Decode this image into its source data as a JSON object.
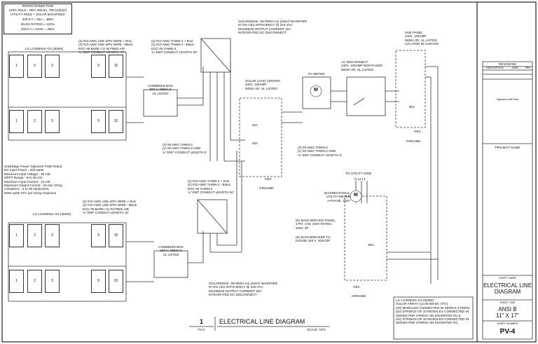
{
  "interconnection": {
    "title": "INTERCONNECTION",
    "rule": "120% RULE - NEC 690.64, 705.12(D)(2)",
    "feed": "UTILITY FEED + SOLAR BACKFEED",
    "feed_calc": "400.0 A + 80A = 480A",
    "buss_title": "BUSS RATING x 120%",
    "buss_calc": "200.0 A x 120% = 480A"
  },
  "array_top_label": "LG LG300N1K-G4 (300W)",
  "array_bottom_label": "LG LG300N1K-G4 (300W)",
  "modules": [
    "1",
    "2",
    "3",
    "9",
    "10"
  ],
  "wire_top_left": [
    "(2) #10 AWG USE-2/PV WIRE + Rod",
    "(2) #10 AWG USE-2/PV WIRE - Black",
    "EGC #6 BARE CU IN FREE AIR",
    "¾\" EMT CONDUIT LENGTH 15'"
  ],
  "wire_top_right": [
    "(2) #10 AWG THWN-2 + Rod",
    "(2) #10 AWG THWN-2 - Black",
    "EGC #6 THWN-2",
    "¾\" EMT CONDUIT LENGTH 50'"
  ],
  "inverter_top": [
    "SOLAREDGE: SE7600A-US (240V) INVERTER",
    "97.5% CEC EFFICIENCY @ 240 VAC",
    "MAXIMUM OUTPUT CURRENT 32A",
    "INTEGRATED DC DISCONNECT"
  ],
  "combiner_top": [
    "COMBINER BOX",
    "600 V, NEMA 3",
    "UL LISTED"
  ],
  "optimizer": [
    "SolarEdge Power Optimizer P300 Rated",
    "DC Input Power - 300 watts",
    "Maximum Input Voltage - 48 Vdc",
    "MPPT Range - 8 to 48 Vdc",
    "Maximum Input Current - 10 Adc",
    "Maximum Output Current - 15 Adc String",
    "Limitations - 8 to 25 Optimizers,",
    "5250 watts STC per string maximum"
  ],
  "load_center": [
    "SOLAR LOAD CENTER:",
    "240V, 125AMP",
    "NEMA 3R, UL LISTED"
  ],
  "breaker_40a": "40A",
  "wire_mid_upper": [
    "(3) #8 AWG THWN-2",
    "(1) #8 AWG THWN-2 GND",
    "¾\" EMT CONDUIT LENGTH 5'"
  ],
  "wire_mid_right": [
    "(3) #6 AWG THWN-2",
    "(1) #6 AWG THWN-2 GND",
    "¾\" EMT CONDUIT LENGTH 5'"
  ],
  "ground_gec": "GEC",
  "ground": "GROUND",
  "pv_meter": "PV METER",
  "meter_symbol": "M",
  "ac_disconnect": [
    "AC DISCONNECT:",
    "240V, 100AMP NON-FUSED",
    "NEMA 3R, UL LISTED"
  ],
  "sub_panel": [
    "SUB PANEL:",
    "240V, 125AMP",
    "NEMA 3R, UL LISTED",
    "LOCATED IN GARAGE"
  ],
  "breaker_80a": "80A",
  "to_utility": "TO UTILITY GRID",
  "n_l2_l1": "N L2 L1",
  "bidir_meter": [
    "BI-DIRECTIONAL",
    "UTILITY METER",
    "1-PHASE, 240V"
  ],
  "main_service": [
    "(E) MAIN SERVICE PANEL,",
    "1-PH, 3-W, 400A RATED,",
    "240V, 2P"
  ],
  "main_breaker": [
    "(E) MAIN BREAKER TO",
    "HOUSE 240 V, 400A/2P"
  ],
  "wire_bottom_left": [
    "(2) #10 AWG USE-2/PV WIRE + Rod",
    "(2) #10 AWG USE-2/PV WIRE - Black",
    "EGC #6 BARE CU IN FREE AIR",
    "¾\" EMT CONDUIT LENGTH 15'"
  ],
  "wire_bottom_right": [
    "(2) #10 AWG THWN-2 + Rod",
    "(2) #10 AWG THWN-2 - Black",
    "EGC #6 THWN-2",
    "¾\" EMT CONDUIT LENGTH 50'"
  ],
  "combiner_bottom": [
    "COMBINER BOX",
    "600 V, NEMA 3",
    "UL LISTED"
  ],
  "inverter_bottom": [
    "SOLAREDGE: SE7600A-US (240V) INVERTER",
    "97.5% CEC EFFICIENCY @ 240 VAC",
    "MAXIMUM OUTPUT CURRENT 32A",
    "INTEGRATED DC DISCONNECT"
  ],
  "summary": [
    "LG LG300N1K-G4 (300W)",
    "SOLAR ARRAY (12.00 kW-DC STC)",
    "(40) MODULES CONNECTED IN SERIES STRING.",
    "",
    "(02) STRINGS OF 10 MODULES CONNECTED IN",
    "SERIES PER STRING ON (INVERTER #1) &",
    "",
    "(02) STRINGS OF 10 MODULES CONNECTED IN",
    "SERIES PER STRING ON (INVERTER #2)"
  ],
  "title_num": "1",
  "title_sheet": "PV-4",
  "title_text": "ELECTRICAL LINE DIAGRAM",
  "scale": "SCALE: NTS",
  "revisions": {
    "title": "REVISIONS",
    "cols": [
      "DESCRIPTION",
      "DATE",
      "REV"
    ]
  },
  "signature": "Signature with Seal",
  "project_name": "PROJECT NAME",
  "sheet_name_label": "SHEET NAME",
  "sheet_name": [
    "ELECTRICAL LINE",
    "DIAGRAM"
  ],
  "sheet_size_label": "SHEET SIZE",
  "sheet_size": [
    "ANSI B",
    "11\" X 17\""
  ],
  "sheet_number_label": "SHEET NUMBER",
  "sheet_number": "PV-4"
}
